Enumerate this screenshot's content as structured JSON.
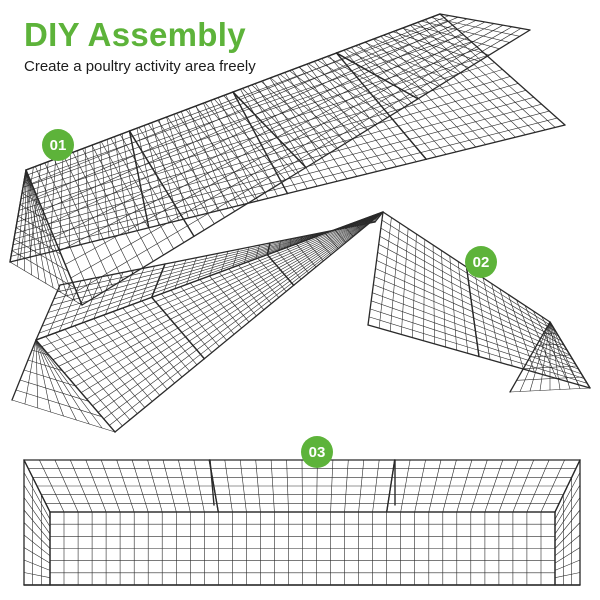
{
  "header": {
    "title": "DIY Assembly",
    "subtitle": "Create a poultry activity area freely"
  },
  "steps": [
    {
      "label": "01"
    },
    {
      "label": "02"
    },
    {
      "label": "03"
    }
  ],
  "colors": {
    "accent": "#5db33a",
    "wire": "#2a2a2a",
    "text": "#111111",
    "background": "#ffffff"
  }
}
